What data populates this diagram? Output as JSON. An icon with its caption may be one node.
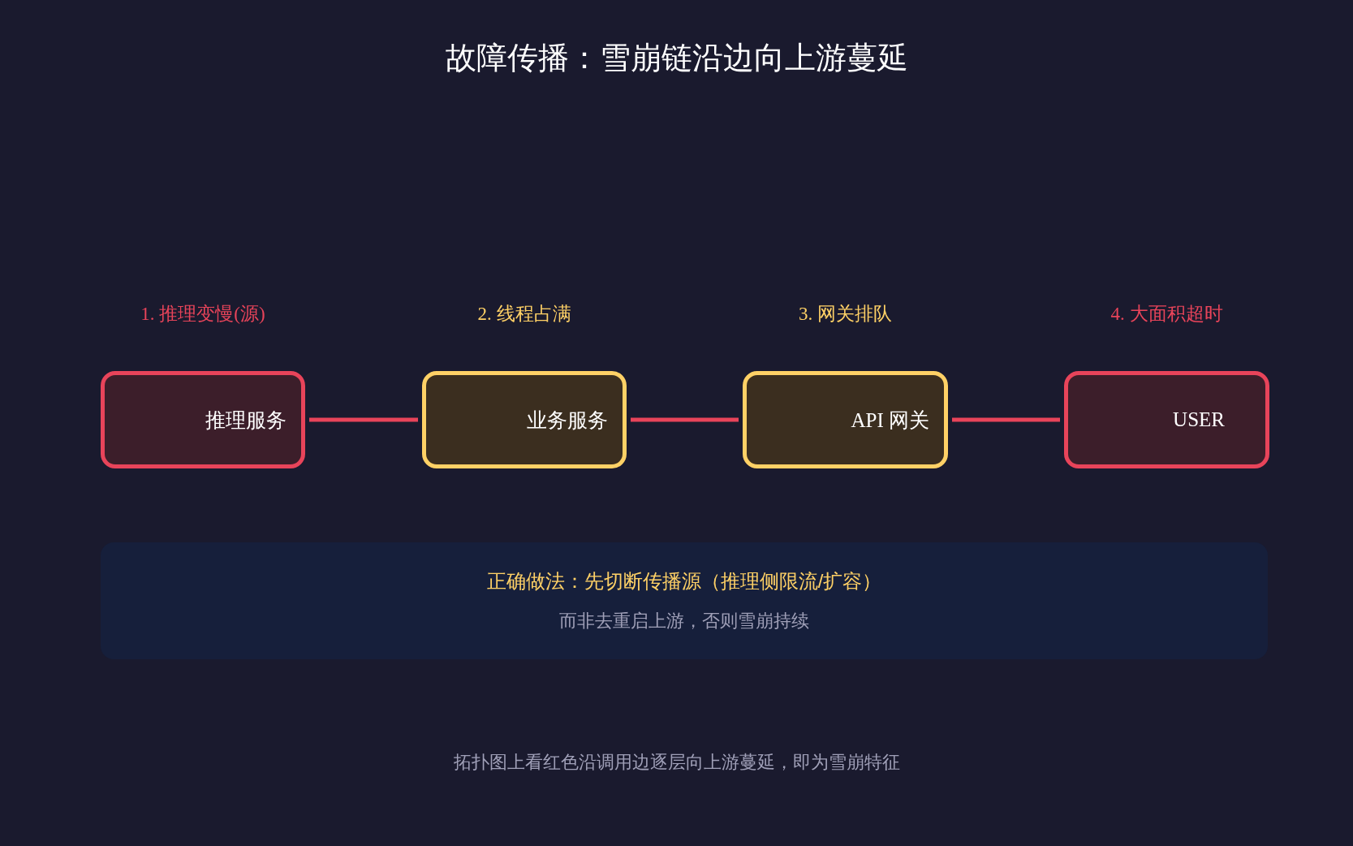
{
  "diagram": {
    "title": "故障传播：雪崩链沿边向上游蔓延",
    "nodes": [
      {
        "text": [
          "推理服务"
        ],
        "beside": [
          "1. 推理变慢(源)"
        ]
      },
      {
        "text": [
          "业务服务"
        ],
        "beside": [
          "2. 线程占满"
        ]
      },
      {
        "text": [
          "API 网关"
        ],
        "beside": [
          "3. 网关排队"
        ]
      },
      {
        "text": [
          "USER"
        ],
        "beside": [
          "4. 大面积超时"
        ]
      },
      {
        "text": [
          "正确做法：先切断传播源（推理侧限流/扩容）",
          "而非去重启上游，否则雪崩持续"
        ]
      }
    ],
    "edges": [
      {
        "from": 0,
        "to": 1,
        "arrow": "none"
      },
      {
        "from": 1,
        "to": 2,
        "arrow": "none"
      },
      {
        "from": 2,
        "to": 3,
        "arrow": "none"
      }
    ],
    "caption": "拓扑图上看红色沿调用边逐层向上游蔓延，即为雪崩特征"
  }
}
